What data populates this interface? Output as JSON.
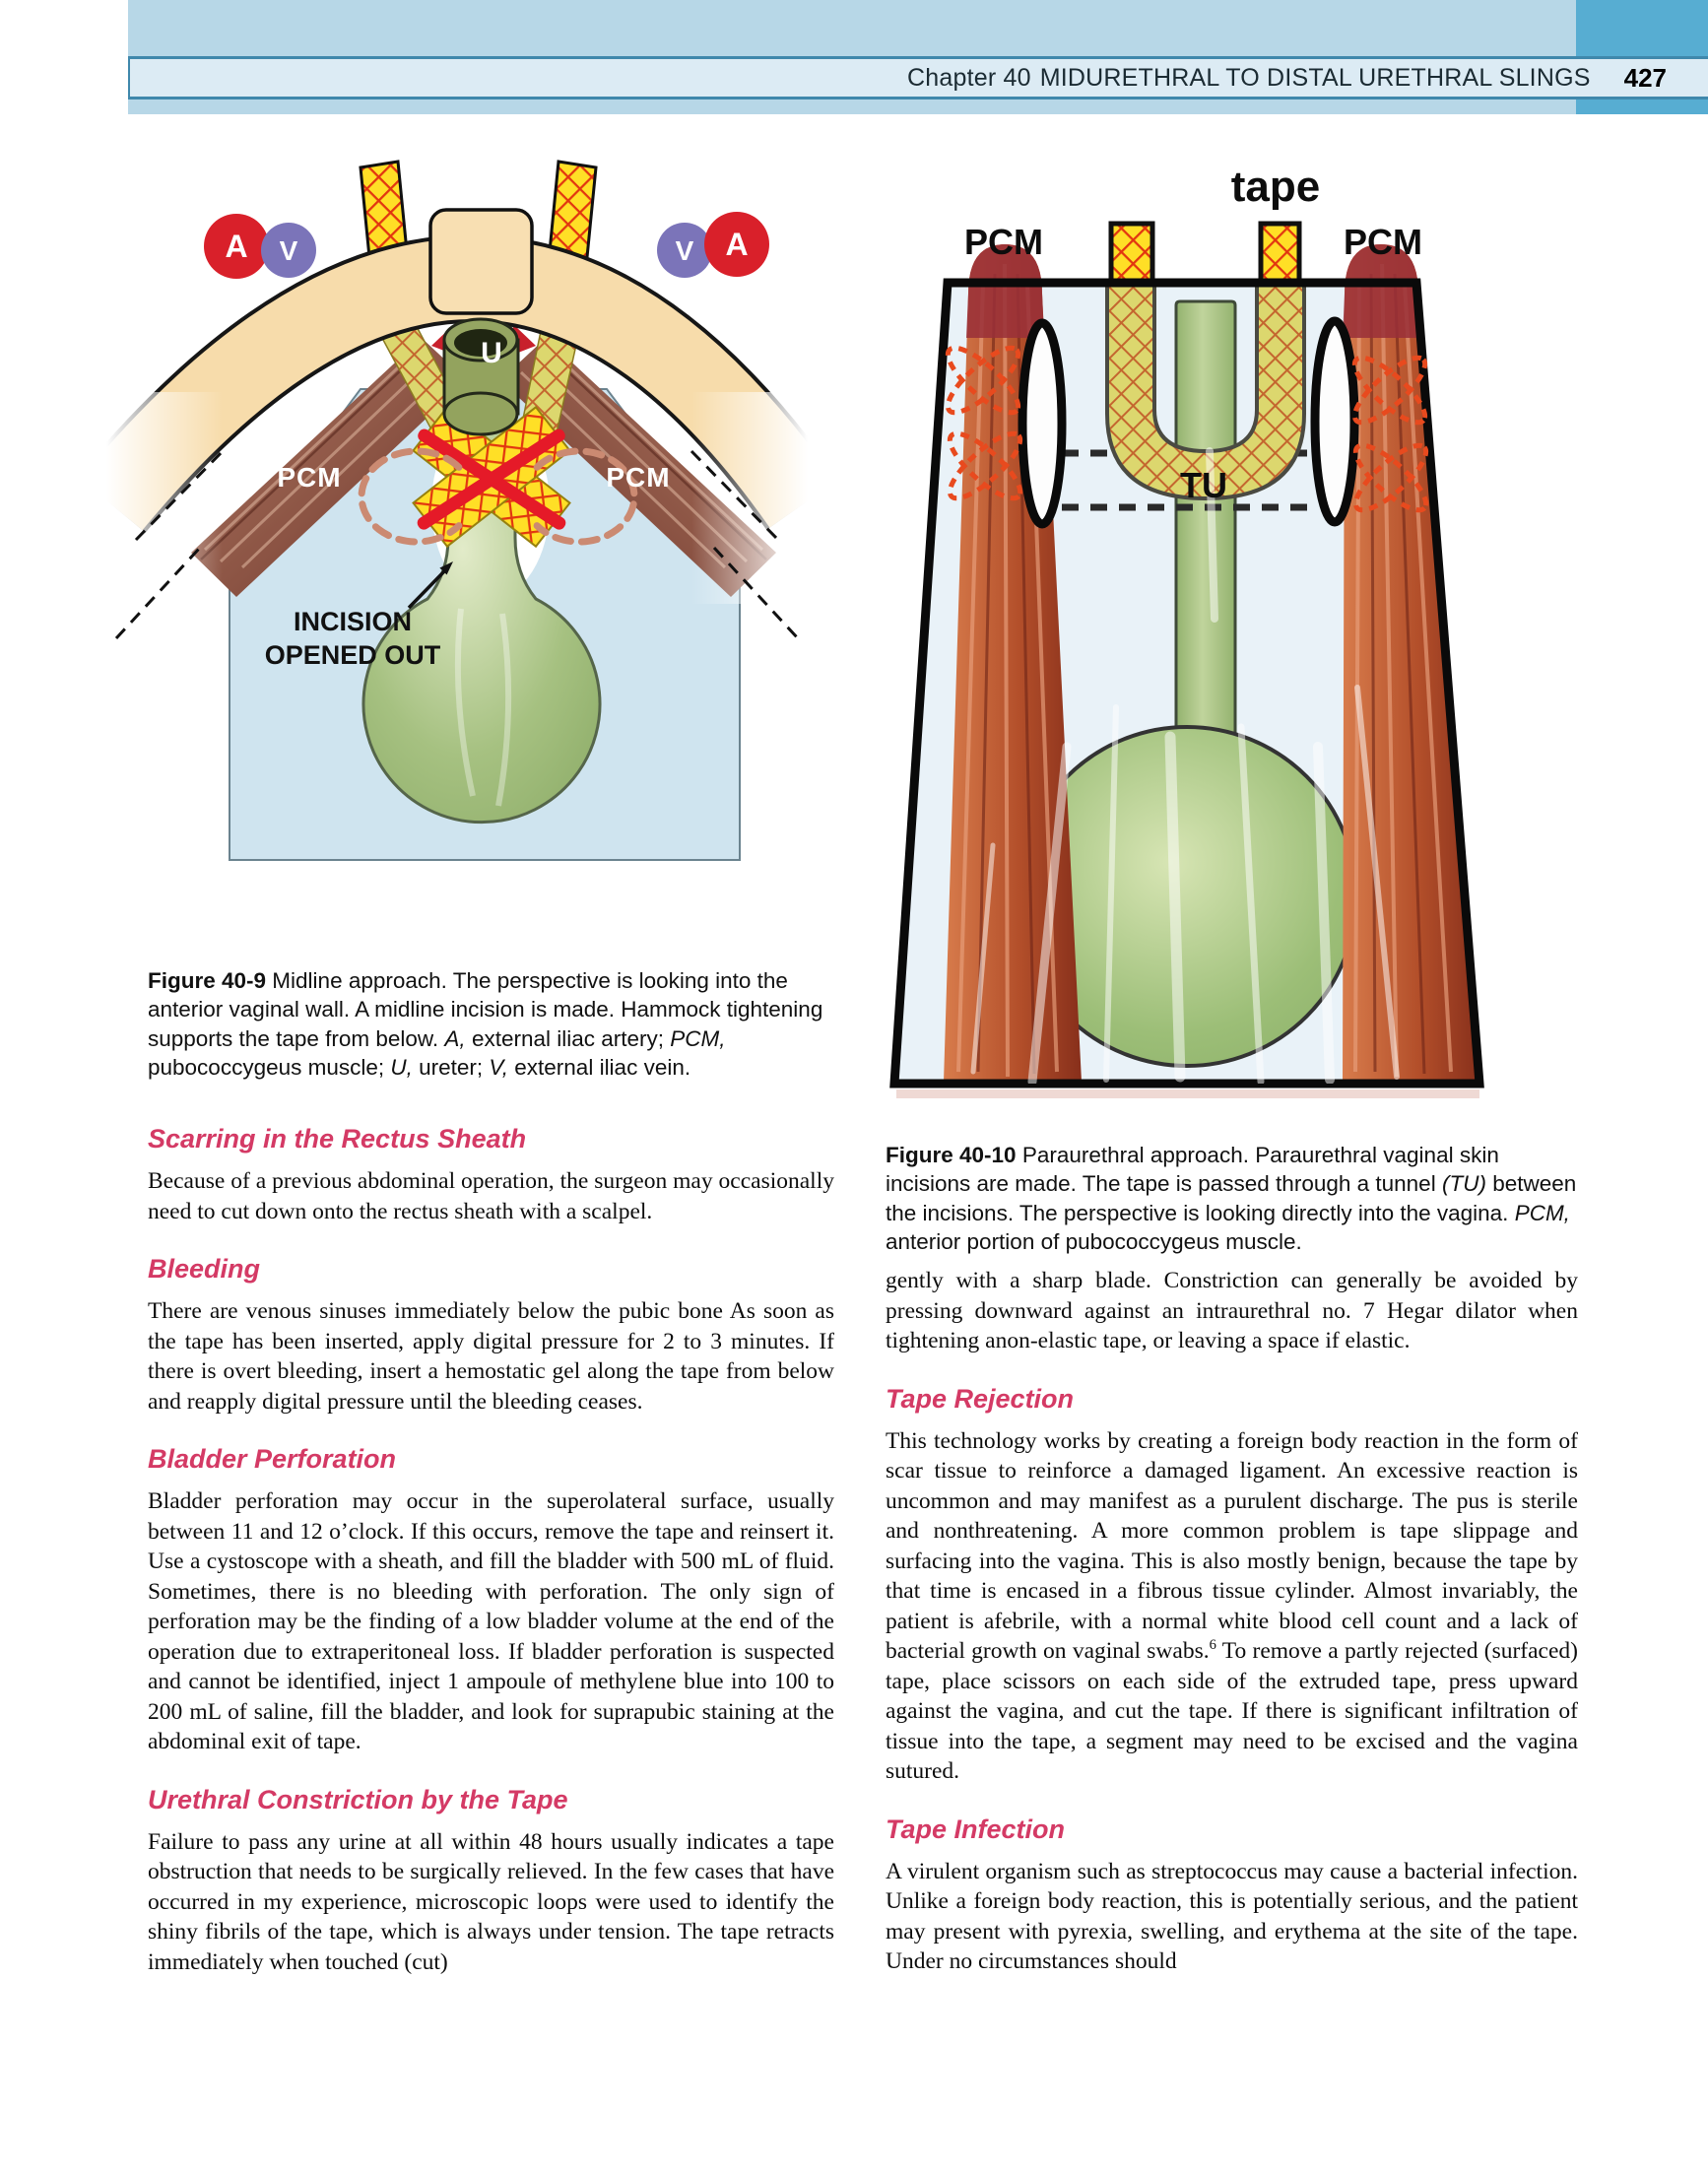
{
  "header": {
    "chapter_label": "Chapter 40",
    "chapter_title": "MIDURETHRAL TO DISTAL URETHRAL SLINGS",
    "page_number": "427",
    "band_color": "#b7d7e7",
    "title_box_color": "#dcebf4",
    "border_color": "#3f88ac",
    "accent_square_color": "#57add2"
  },
  "figure_40_9": {
    "labels": {
      "artery": "A",
      "vein": "V",
      "ureter": "U",
      "muscle_left": "PCM",
      "muscle_right": "PCM",
      "incision_line1": "INCISION",
      "incision_line2": "OPENED OUT"
    },
    "colors": {
      "artery_circle": "#d9202a",
      "vein_circle": "#7b74b9",
      "pubic_bone": "#f7dcab",
      "tape_mesh": "#ffdf26",
      "mesh_lattice": "#e23510",
      "vaginal_wall": "#cfe4ef",
      "bladder_green": "#a6c181",
      "muscle_brown": "#7a3a2c",
      "ribbon_red": "#e51a28"
    },
    "caption_segments": [
      {
        "b": "Figure 40-9"
      },
      {
        "t": "  Midline approach. The perspective is looking into the anterior vaginal wall. A midline incision is made. Hammock tightening supports the tape from below. "
      },
      {
        "i": "A,"
      },
      {
        "t": " external iliac artery; "
      },
      {
        "i": "PCM,"
      },
      {
        "t": " pubococcygeus muscle; "
      },
      {
        "i": "U,"
      },
      {
        "t": " ureter; "
      },
      {
        "i": "V,"
      },
      {
        "t": " external iliac vein."
      }
    ]
  },
  "figure_40_10": {
    "labels": {
      "tape": "tape",
      "muscle_left": "PCM",
      "muscle_right": "PCM",
      "tunnel": "TU"
    },
    "colors": {
      "vaginal_skin": "#e9f2f8",
      "tape_mesh": "#ffdf26",
      "tunnel_tape": "#dede72",
      "muscle_red": "#b34f2a",
      "bladder_green": "#9cbe77",
      "suture_red": "#e84a1e"
    },
    "caption_segments": [
      {
        "b": "Figure 40-10"
      },
      {
        "t": "  Paraurethral approach. Paraurethral vaginal skin incisions are made. The tape is passed through a tunnel "
      },
      {
        "i": "(TU)"
      },
      {
        "t": " between the incisions. The perspective is looking directly into the vagina. "
      },
      {
        "i": "PCM,"
      },
      {
        "t": " anterior portion of pubococcygeus muscle."
      }
    ]
  },
  "left_column": {
    "sections": [
      {
        "heading": "Scarring in the Rectus Sheath",
        "body": "Because of a previous abdominal operation, the surgeon may occasionally need to cut down onto the rectus sheath with a scalpel."
      },
      {
        "heading": "Bleeding",
        "body": "There are venous sinuses immediately below the pubic bone As soon as the tape has been inserted, apply digital pressure for 2 to 3 minutes. If there is overt bleeding, insert a hemostatic gel along the tape from below and reapply digital pressure until the bleeding ceases."
      },
      {
        "heading": "Bladder Perforation",
        "body": "Bladder perforation may occur in the superolateral surface, usually between 11 and 12 o’clock. If this occurs, remove the tape and reinsert it. Use a cystoscope with a sheath, and fill the bladder with 500 mL of fluid. Sometimes, there is no bleeding with perforation. The only sign of perforation may be the finding of a low bladder volume at the end of the operation due to extraperitoneal loss. If bladder perforation is suspected and cannot be identified, inject 1 ampoule of methylene blue into 100 to 200 mL of saline, fill the bladder, and look for suprapubic staining at the abdominal exit of tape."
      },
      {
        "heading": "Urethral Constriction by the Tape",
        "body": "Failure to pass any urine at all within 48 hours usually indicates a tape obstruction that needs to be surgically relieved. In the few cases that have occurred in my experience, microscopic loops were used to identify the shiny fibrils of the tape, which is always under tension. The tape retracts immediately when touched (cut)"
      }
    ]
  },
  "right_column": {
    "intro_paragraph": "gently with a sharp blade. Constriction can generally be avoided by pressing downward against an intraurethral no. 7 Hegar dilator when tightening anon-elastic tape, or leaving a space if elastic.",
    "sections": [
      {
        "heading": "Tape Rejection",
        "body_segments": [
          {
            "t": "This technology works by creating a foreign body reaction in the form of scar tissue to reinforce a damaged ligament. An excessive reaction is uncommon and may manifest as a purulent discharge. The pus is sterile and nonthreatening. A more common problem is tape slippage and surfacing into the vagina. This is also mostly benign, because the tape by that time is encased in a fibrous tissue cylinder. Almost invariably, the patient is afebrile, with a normal white blood cell count and a lack of bacterial growth on vaginal swabs."
          },
          {
            "sup": "6"
          },
          {
            "t": " To remove a partly rejected (surfaced) tape, place scissors on each side of the extruded tape, press upward against the vagina, and cut the tape. If there is significant infiltration of tissue into the tape, a segment may need to be excised and the vagina sutured."
          }
        ]
      },
      {
        "heading": "Tape Infection",
        "body": "A virulent organism such as streptococcus may cause a bacterial infection. Unlike a foreign body reaction, this is potentially serious, and the patient may present with pyrexia, swelling, and erythema at the site of the tape. Under no circumstances should"
      }
    ]
  }
}
